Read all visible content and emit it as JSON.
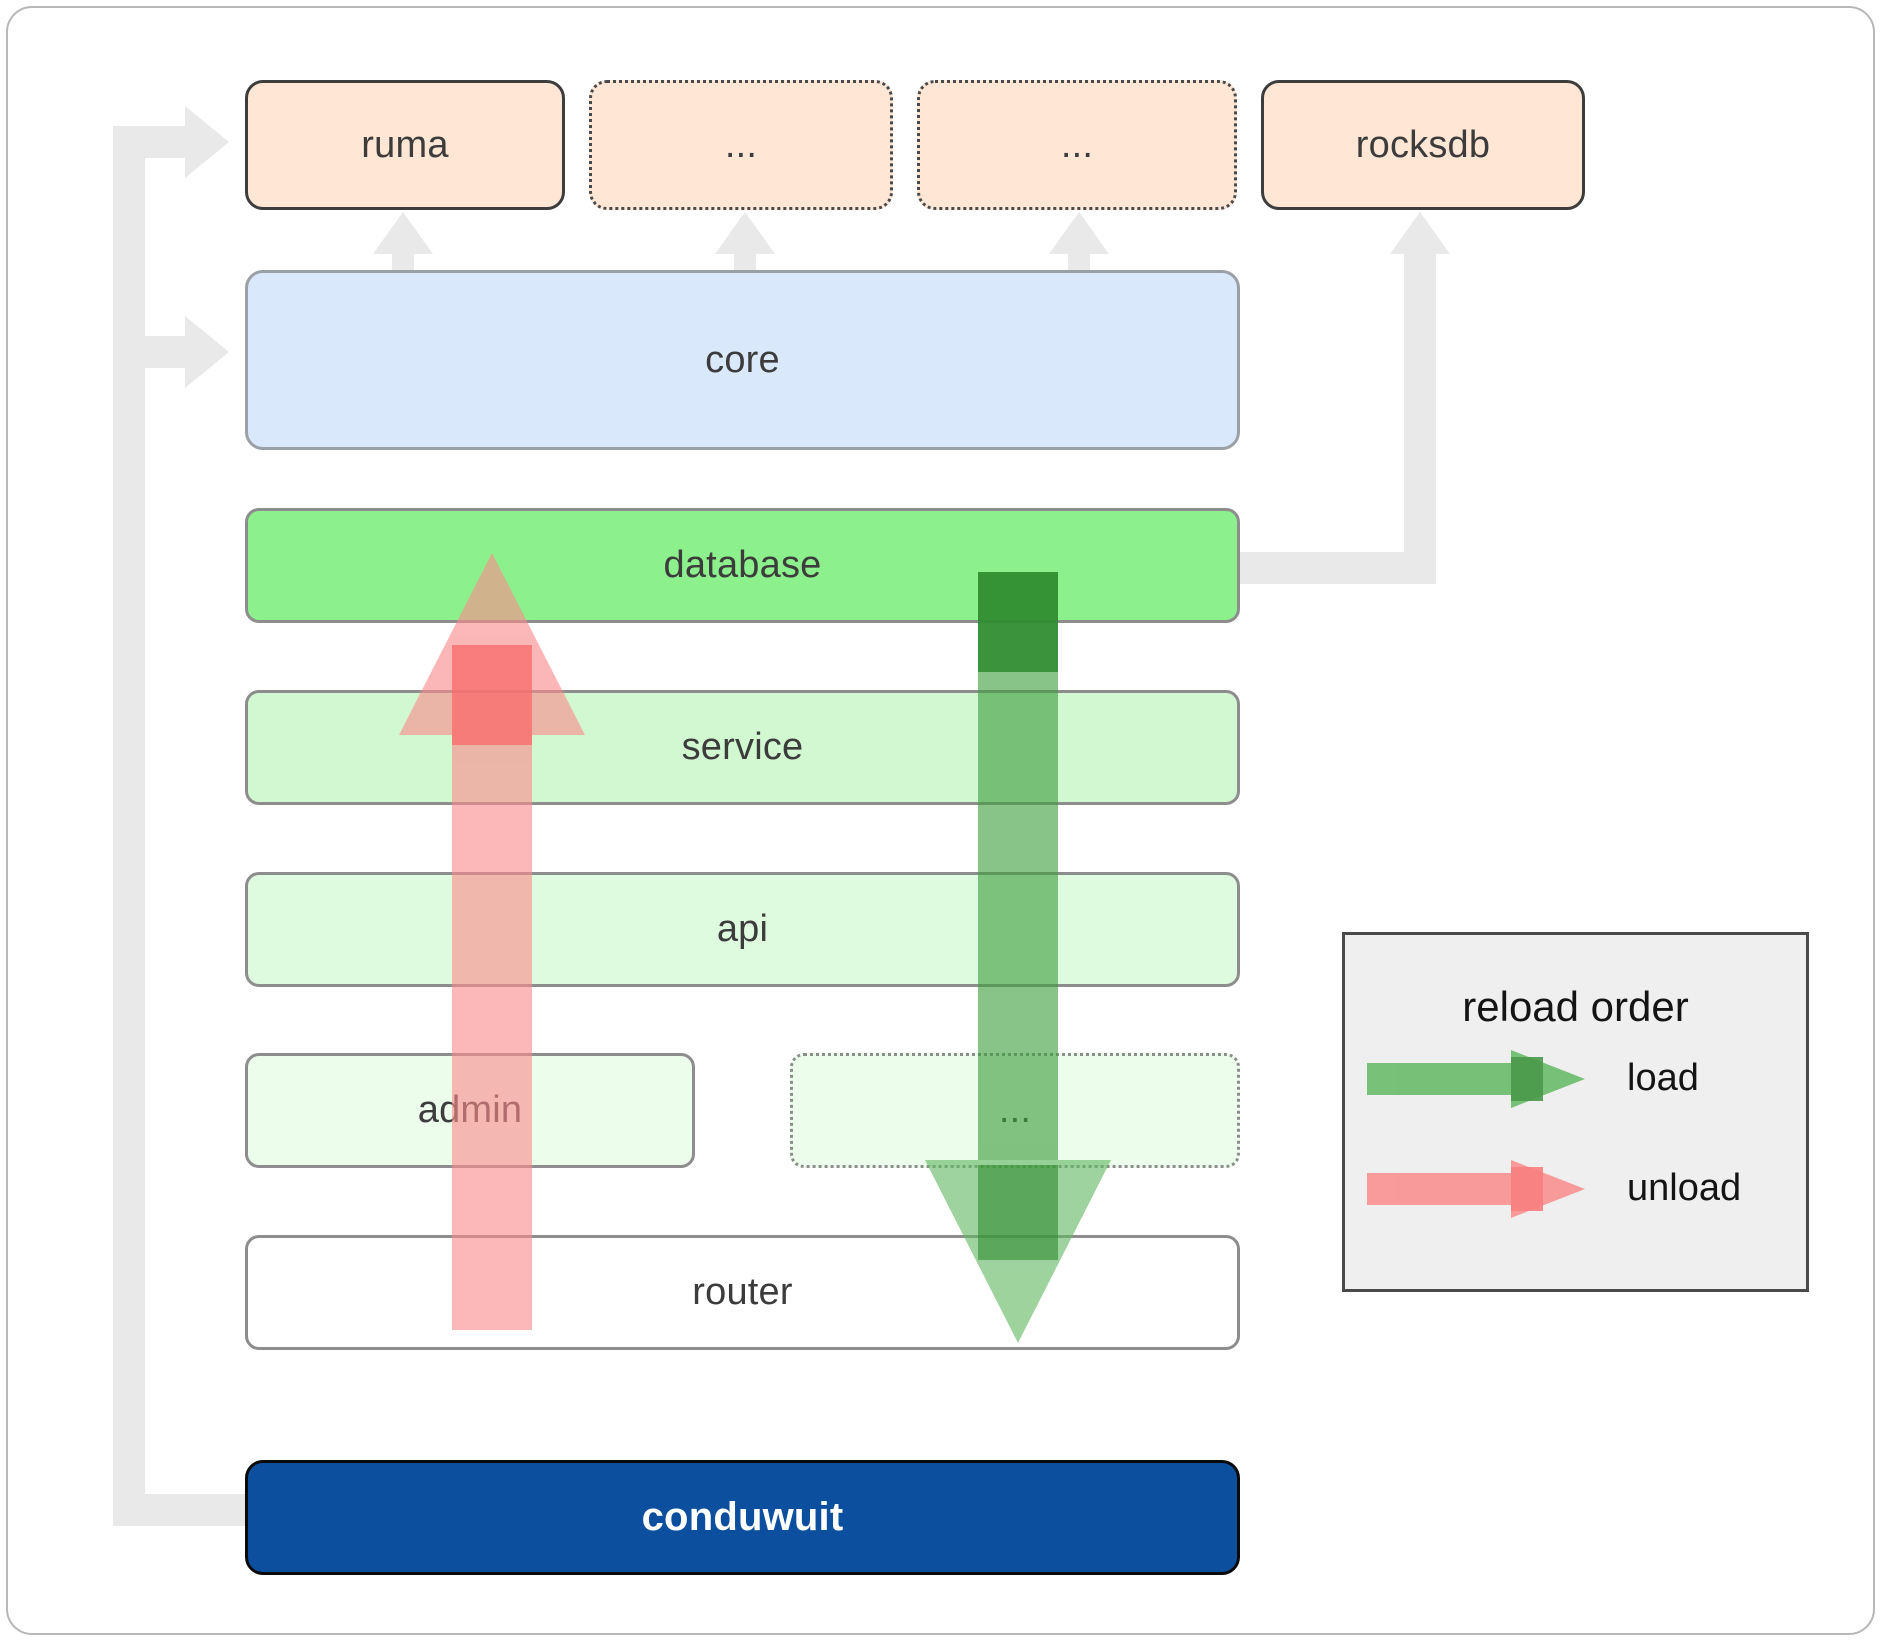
{
  "diagram": {
    "title": "conduwuit crate / reload order architecture",
    "dependencies": [
      {
        "id": "ruma",
        "label": "ruma",
        "style": "solid",
        "fill": "#ffe6d5"
      },
      {
        "id": "dep2",
        "label": "...",
        "style": "dotted",
        "fill": "#ffe6d5"
      },
      {
        "id": "dep3",
        "label": "...",
        "style": "dotted",
        "fill": "#ffe6d5"
      },
      {
        "id": "rocksdb",
        "label": "rocksdb",
        "style": "solid",
        "fill": "#ffe6d5"
      }
    ],
    "core": {
      "label": "core",
      "fill": "#dae8fc"
    },
    "crates": [
      {
        "id": "database",
        "label": "database",
        "fill": "#8cf08c",
        "style": "solid"
      },
      {
        "id": "service",
        "label": "service",
        "fill": "#d2f8d2",
        "style": "solid"
      },
      {
        "id": "api",
        "label": "api",
        "fill": "#dffbdf",
        "style": "solid"
      },
      {
        "id": "admin",
        "label": "admin",
        "fill": "#ecfdec",
        "style": "solid"
      },
      {
        "id": "etc",
        "label": "...",
        "fill": "#ecfdec",
        "style": "dotted"
      },
      {
        "id": "router",
        "label": "router",
        "fill": "#ffffff",
        "style": "solid"
      }
    ],
    "binary": {
      "label": "conduwuit",
      "fill": "#0b4f9e",
      "text_color": "#ffffff"
    },
    "legend": {
      "title": "reload order",
      "entries": [
        {
          "label": "load",
          "color": "#63b863",
          "direction": "down"
        },
        {
          "label": "unload",
          "color": "#fa8c8c",
          "direction": "up"
        }
      ]
    },
    "colors": {
      "connector": "#e9e9e9",
      "load_arrow": "#63b863",
      "unload_arrow": "#fa8c8c",
      "frame_border": "#b7b7b7"
    }
  }
}
